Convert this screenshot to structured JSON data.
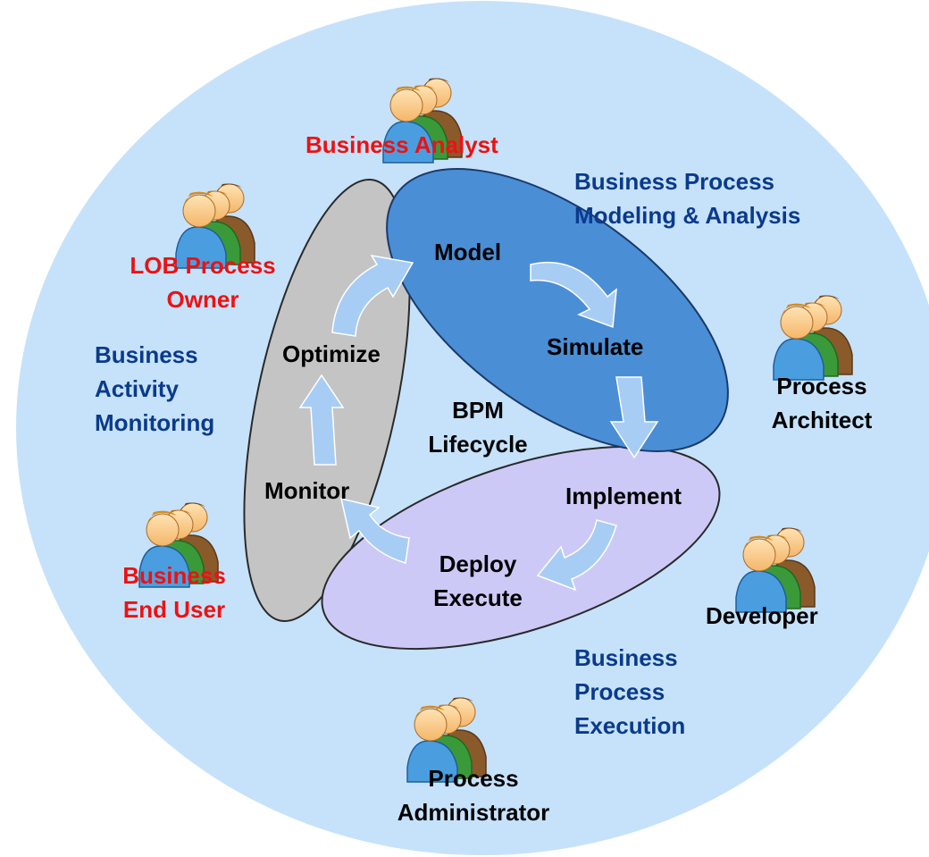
{
  "center_label": {
    "line1": "BPM",
    "line2": "Lifecycle"
  },
  "stages": {
    "model": "Model",
    "simulate": "Simulate",
    "implement": "Implement",
    "deploy": "Deploy",
    "execute": "Execute",
    "monitor": "Monitor",
    "optimize": "Optimize"
  },
  "areas": {
    "modeling": {
      "line1": "Business Process",
      "line2": "Modeling & Analysis"
    },
    "execution": {
      "line1": "Business",
      "line2": "Process",
      "line3": "Execution"
    },
    "monitoring": {
      "line1": "Business",
      "line2": "Activity",
      "line3": "Monitoring"
    }
  },
  "roles": {
    "business_analyst": {
      "line1": "Business Analyst",
      "icon": "users-group-icon"
    },
    "lob_process_owner": {
      "line1": "LOB Process",
      "line2": "Owner",
      "icon": "users-group-icon"
    },
    "business_end_user": {
      "line1": "Business",
      "line2": "End User",
      "icon": "users-group-icon"
    },
    "process_architect": {
      "line1": "Process",
      "line2": "Architect",
      "icon": "users-group-icon"
    },
    "developer": {
      "line1": "Developer",
      "icon": "users-group-icon"
    },
    "process_administrator": {
      "line1": "Process",
      "line2": "Administrator",
      "icon": "users-group-icon"
    }
  },
  "colors": {
    "background_circle": "#c6e2fb",
    "modeling_ellipse": "#4a8ed6",
    "execution_ellipse": "#cdc9f7",
    "monitoring_ellipse": "#c4c4c4",
    "arrow": "#a8cdf5",
    "role_label": "#ee1111",
    "area_label": "#0a3a8c"
  }
}
